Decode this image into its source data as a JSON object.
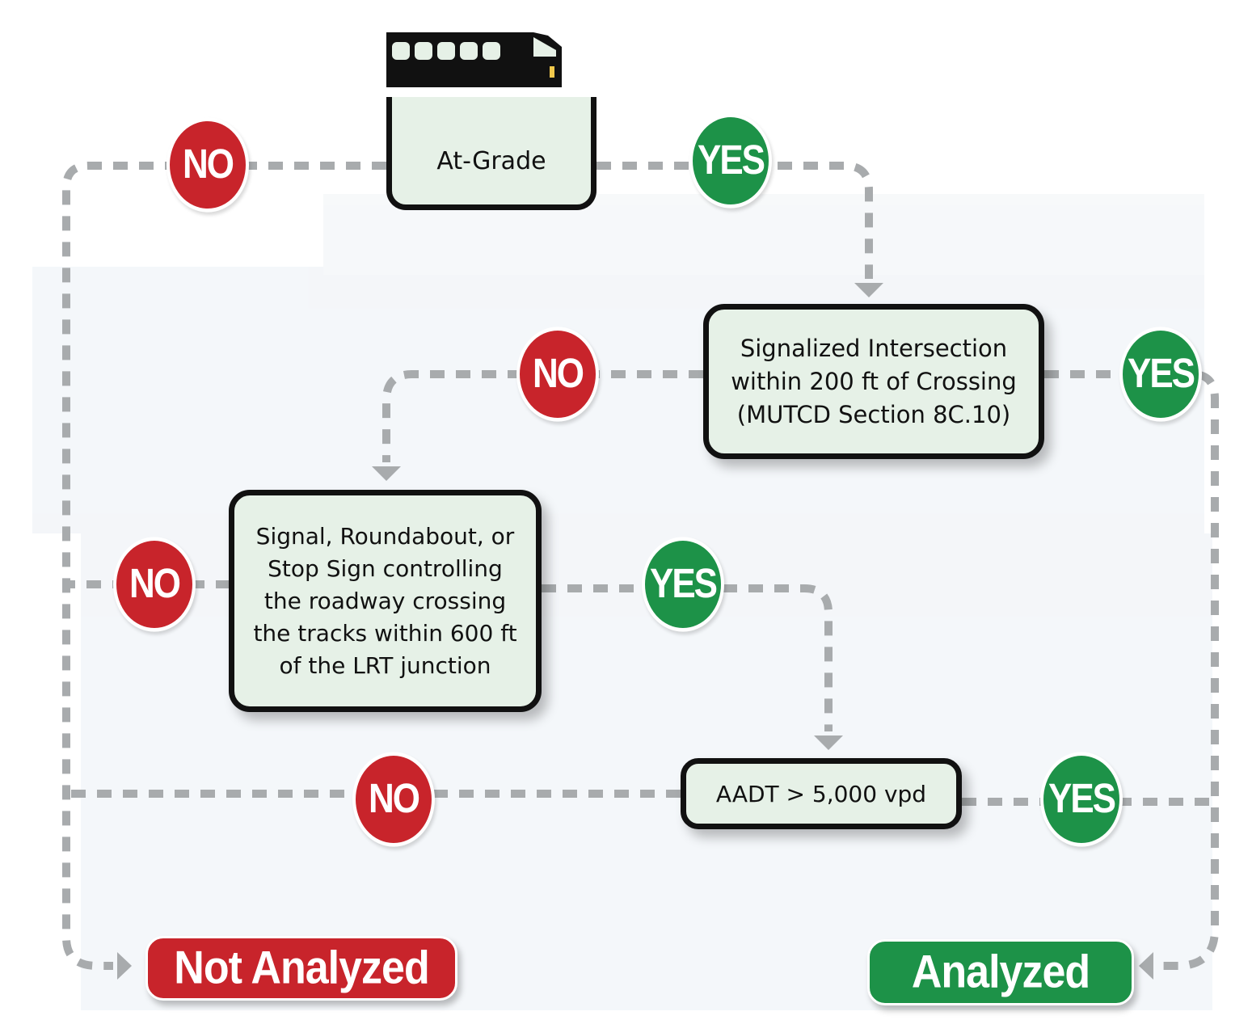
{
  "colors": {
    "no": "#c8242b",
    "yes": "#1d9248",
    "box_fill": "#e6f1e7",
    "box_border": "#111111",
    "connector": "#a8abad",
    "light_area": "#f3f6f9"
  },
  "nodes": {
    "at_grade": "At-Grade",
    "signalized": "Signalized Intersection\nwithin 200 ft of Crossing\n(MUTCD Section 8C.10)",
    "signal_roundabout": "Signal, Roundabout, or\nStop Sign controlling\nthe roadway crossing\nthe tracks within 600 ft\nof the LRT junction",
    "aadt": "AADT > 5,000 vpd"
  },
  "badges": {
    "no": "NO",
    "yes": "YES"
  },
  "outcomes": {
    "not_analyzed": "Not Analyzed",
    "analyzed": "Analyzed"
  },
  "icons": {
    "header": "light-rail-train-icon"
  }
}
